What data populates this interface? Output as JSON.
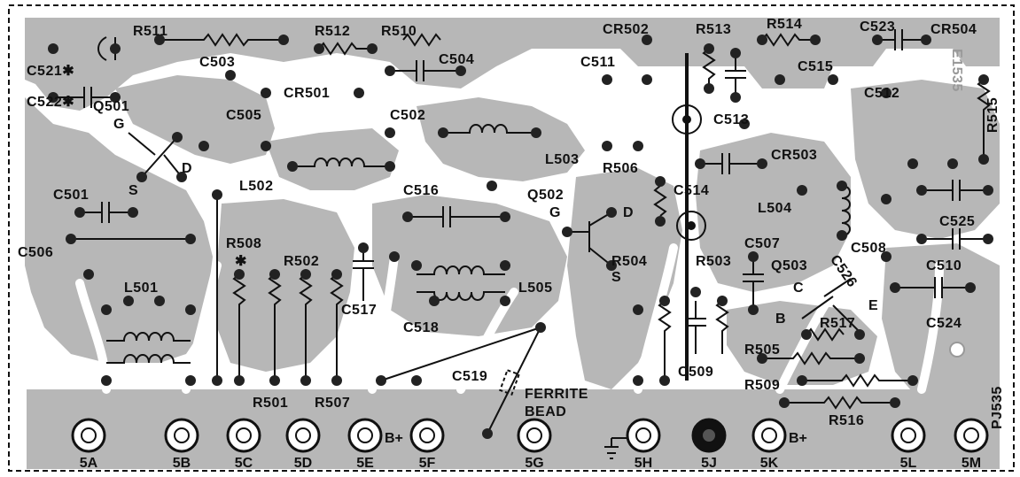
{
  "board_id": "PJ535",
  "board_stamp": "E1535",
  "colors": {
    "copper": "#b7b7b7",
    "board": "#ffffff",
    "ink": "#111111",
    "pad": "#222222"
  },
  "components": {
    "R511": "R511",
    "R512": "R512",
    "R510": "R510",
    "CR502": "CR502",
    "R513": "R513",
    "R514": "R514",
    "C523": "C523",
    "CR504": "CR504",
    "C521": "C521✱",
    "C522": "C522✱",
    "C503": "C503",
    "C504": "C504",
    "C511": "C511",
    "C515": "C515",
    "C512": "C512",
    "CR501": "CR501",
    "C505": "C505",
    "C502": "C502",
    "Q501": "Q501",
    "C513": "C513",
    "CR503": "CR503",
    "R515": "R515",
    "L503": "L503",
    "R506": "R506",
    "L502": "L502",
    "C514": "C514",
    "C501": "C501",
    "C516": "C516",
    "Q502": "Q502",
    "L504": "L504",
    "C525": "C525",
    "C506": "C506",
    "R508": "R508",
    "C507": "C507",
    "C508": "C508",
    "R502": "R502",
    "R504": "R504",
    "R503": "R503",
    "Q503": "Q503",
    "C526": "C526",
    "C510": "C510",
    "L505": "L505",
    "C517": "C517",
    "C518": "C518",
    "R517": "R517",
    "C524": "C524",
    "L501": "L501",
    "R505": "R505",
    "C519": "C519",
    "C509": "C509",
    "R509": "R509",
    "R501": "R501",
    "R507": "R507",
    "R516": "R516",
    "ferrite_line1": "FERRITE",
    "ferrite_line2": "BEAD"
  },
  "pin_letters": {
    "q501_g": "G",
    "q501_d": "D",
    "q501_s": "S",
    "q502_g": "G",
    "q502_d": "D",
    "q502_s": "S",
    "q503_c": "C",
    "q503_e": "E",
    "q503_b": "B",
    "r508_star": "✱"
  },
  "terminals": [
    {
      "id": "5A",
      "label": "5A"
    },
    {
      "id": "5B",
      "label": "5B"
    },
    {
      "id": "5C",
      "label": "5C"
    },
    {
      "id": "5D",
      "label": "5D"
    },
    {
      "id": "5E",
      "label": "5E",
      "extra": "B+"
    },
    {
      "id": "5F",
      "label": "5F"
    },
    {
      "id": "5G",
      "label": "5G"
    },
    {
      "id": "5H",
      "label": "5H"
    },
    {
      "id": "5J",
      "label": "5J"
    },
    {
      "id": "5K",
      "label": "5K",
      "extra": "B+"
    },
    {
      "id": "5L",
      "label": "5L"
    },
    {
      "id": "5M",
      "label": "5M"
    }
  ]
}
